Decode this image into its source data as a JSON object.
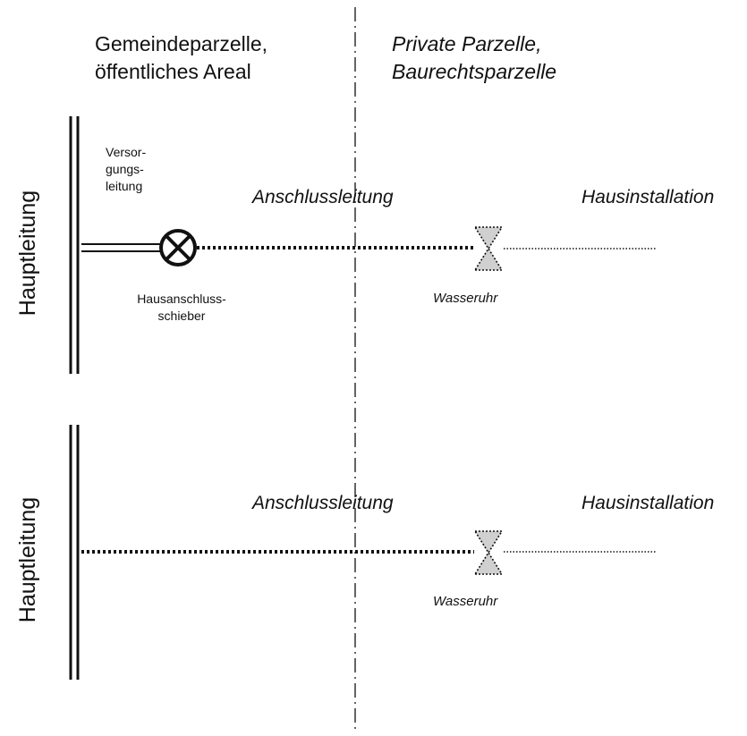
{
  "headers": {
    "public": [
      "Gemeindeparzelle,",
      "öffentliches Areal"
    ],
    "private": [
      "Private Parzelle,",
      "Baurechtsparzelle"
    ]
  },
  "upper": {
    "main_pipe_label": "Hauptleitung",
    "supply_pipe_label": [
      "Versor-",
      "gungs-",
      "leitung"
    ],
    "connection_label": "Anschlussleitung",
    "house_label": "Hausinstallation",
    "valve_label": [
      "Hausanschluss-",
      "schieber"
    ],
    "meter_label": "Wasseruhr"
  },
  "lower": {
    "main_pipe_label": "Hauptleitung",
    "connection_label": "Anschlussleitung",
    "house_label": "Hausinstallation",
    "meter_label": "Wasseruhr"
  }
}
